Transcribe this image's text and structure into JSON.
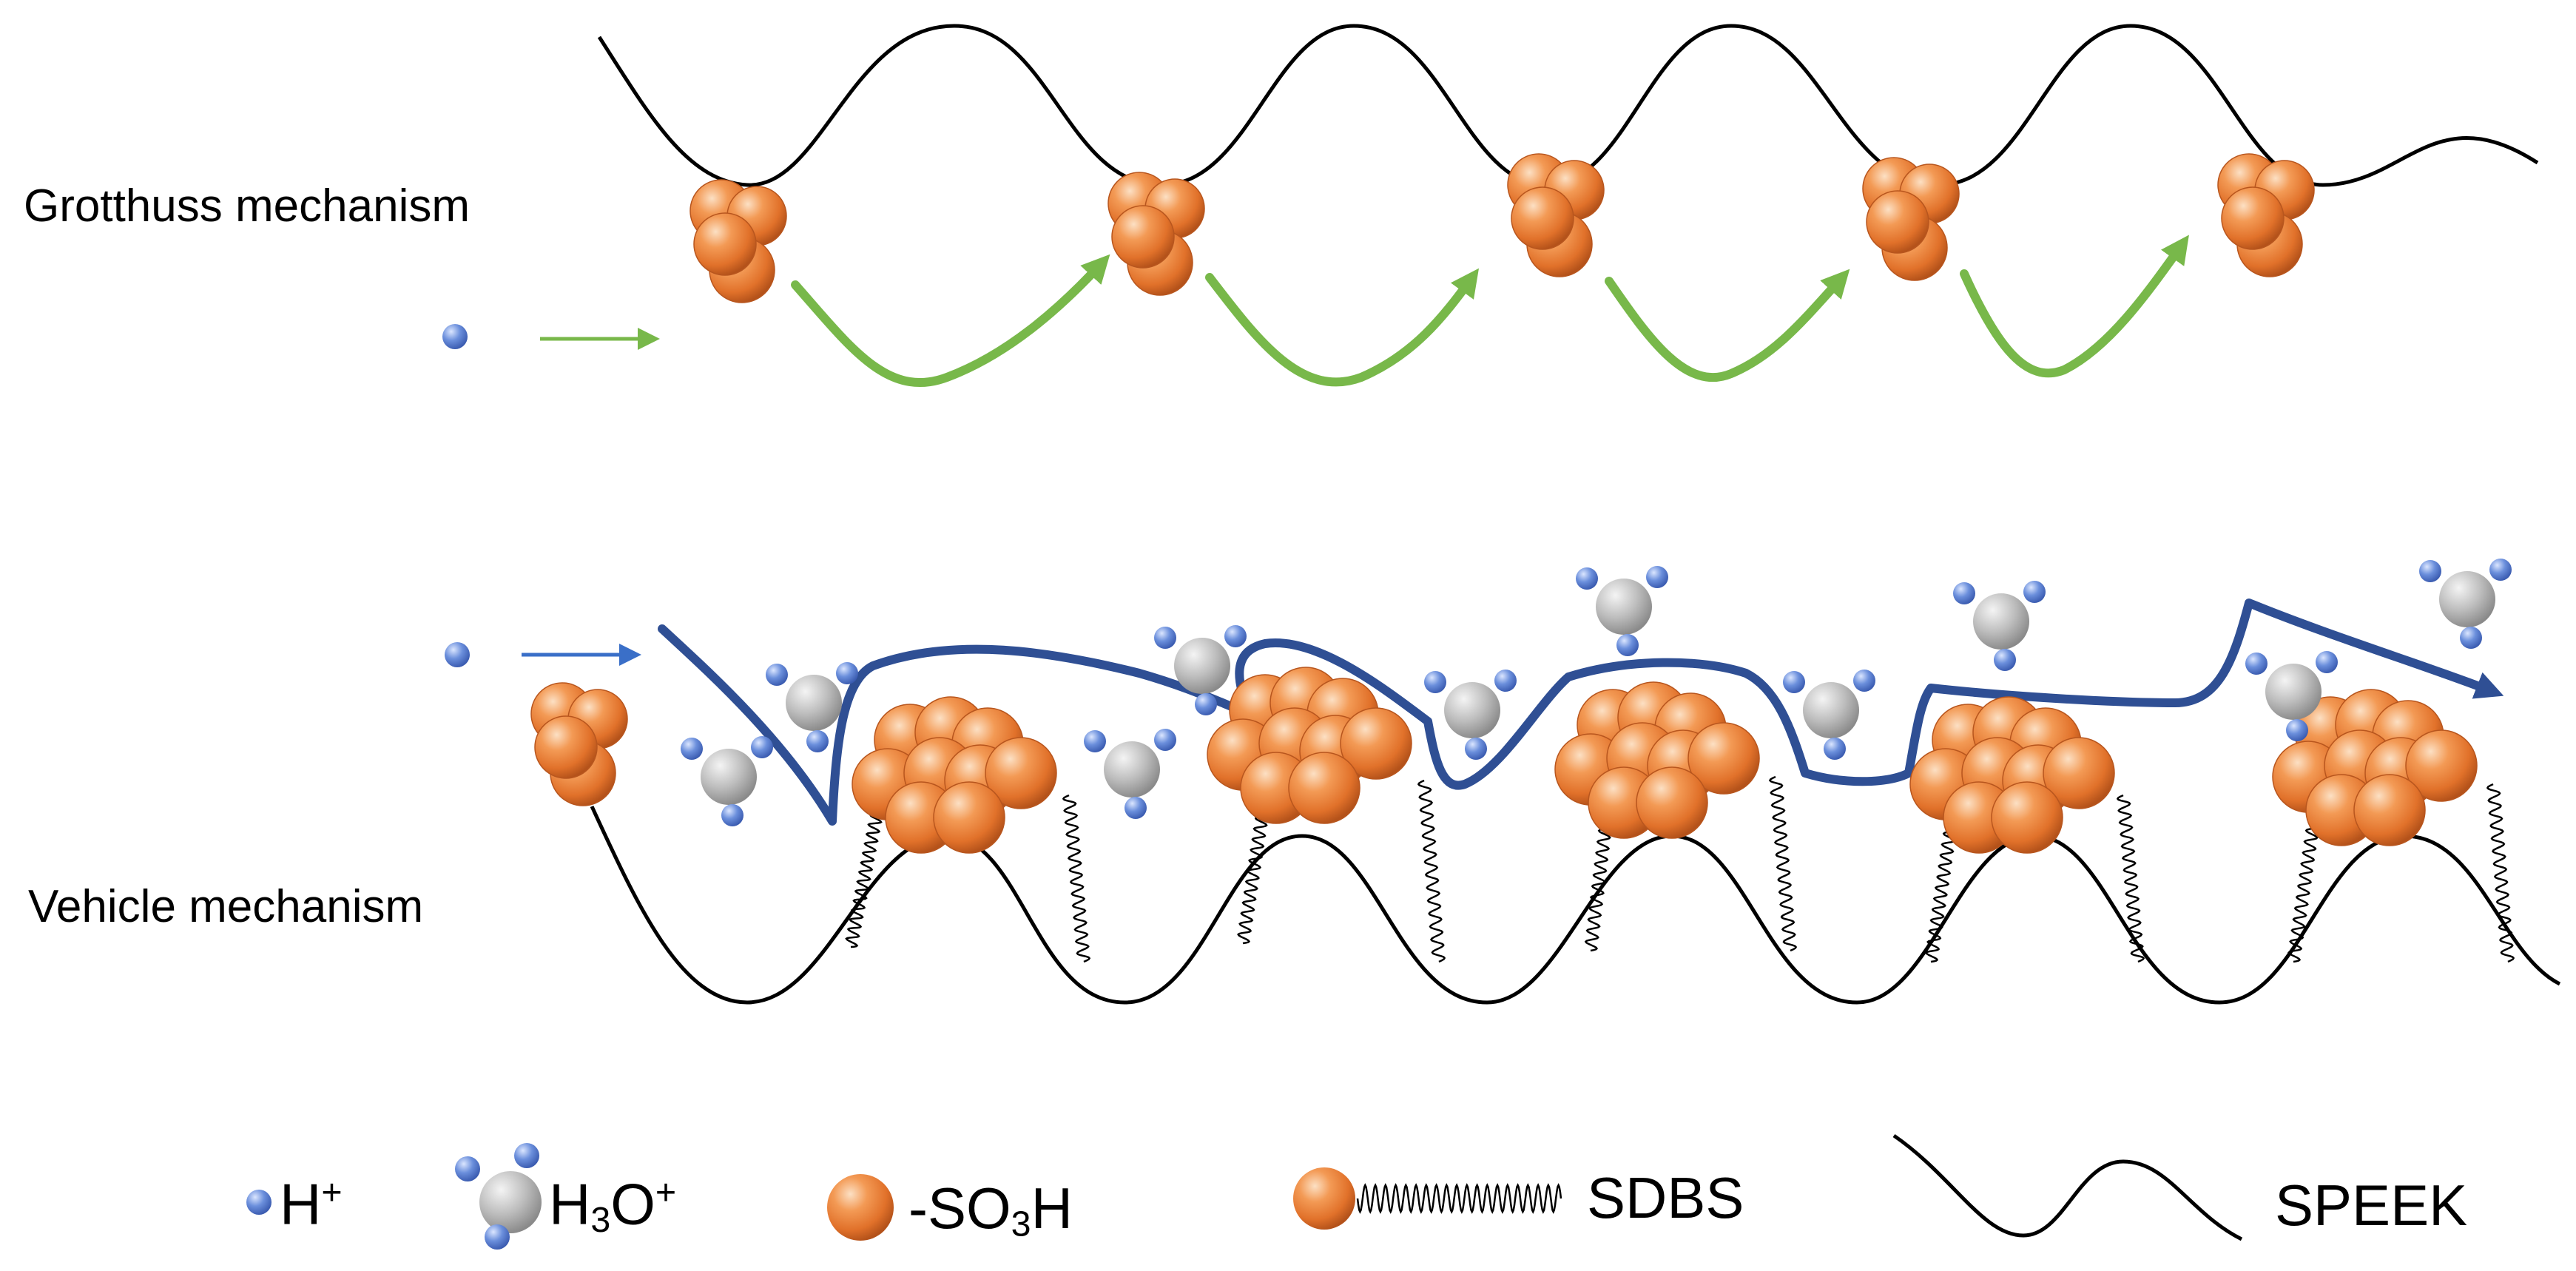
{
  "labels": {
    "grotthuss": "Grotthuss mechanism",
    "vehicle": "Vehicle mechanism"
  },
  "legend": {
    "proton": {
      "base": "H",
      "sup": "+"
    },
    "hydronium": {
      "pre": "H",
      "sub": "3",
      "mid": "O",
      "sup": "+"
    },
    "sulfonic": {
      "pre": "-SO",
      "sub": "3",
      "post": "H"
    },
    "surfactant": "SDBS",
    "polymer": "SPEEK"
  },
  "icons": [
    "proton-icon",
    "hydronium-icon",
    "sulfonic-group-icon",
    "sdbs-icon",
    "speek-chain-icon"
  ],
  "colors": {
    "sulfonic_orange": "#e87a30",
    "proton_blue": "#5b7fd0",
    "water_gray": "#b8b8b8",
    "grotthuss_arrow": "#78b84a",
    "vehicle_arrow": "#2f4f94",
    "chain": "#000000"
  }
}
